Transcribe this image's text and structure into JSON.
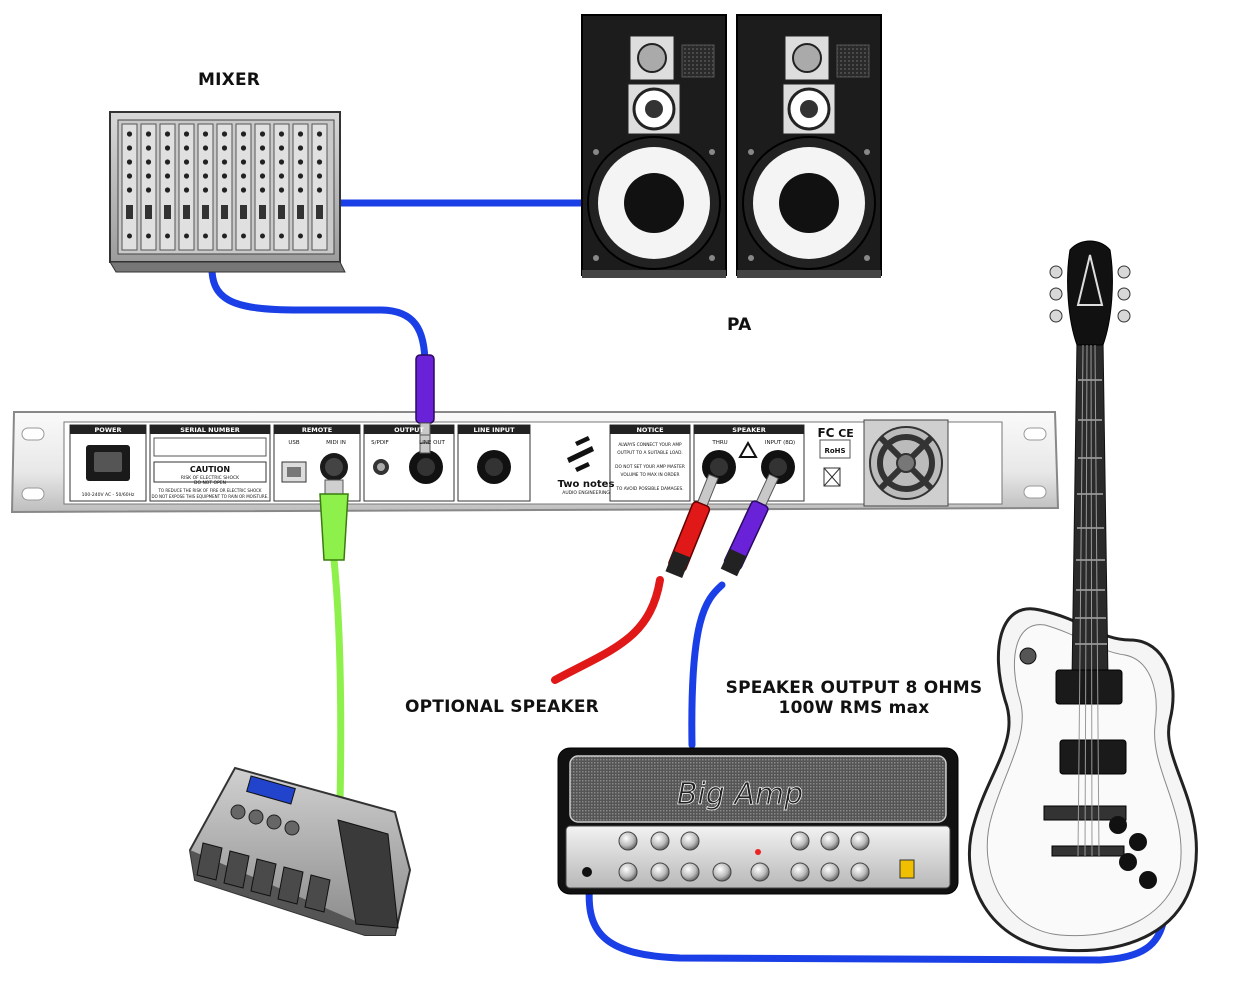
{
  "labels": {
    "mixer": "MIXER",
    "pa": "PA",
    "optional_speaker": "OPTIONAL SPEAKER",
    "speaker_output_line1": "SPEAKER OUTPUT 8 OHMS",
    "speaker_output_line2": "100W RMS max"
  },
  "panel": {
    "power": "POWER",
    "power_rating": "100-240V AC - 50/60Hz",
    "serial_number": "SERIAL NUMBER",
    "caution": "CAUTION",
    "caution_sub1": "RISK OF ELECTRIC SHOCK",
    "caution_sub2": "DO NOT OPEN",
    "caution_note1": "TO REDUCE THE RISK OF FIRE OR ELECTRIC SHOCK",
    "caution_note2": "DO NOT EXPOSE THIS EQUIPMENT TO RAIN OR MOISTURE.",
    "remote": "REMOTE",
    "usb": "USB",
    "midi_in": "MIDI IN",
    "output": "OUTPUT",
    "spdif": "S/PDIF",
    "line_out": "LINE OUT",
    "line_input": "LINE INPUT",
    "brand": "Two notes",
    "brand_sub": "AUDIO ENGINEERING",
    "notice": "NOTICE",
    "notice_1": "ALWAYS CONNECT YOUR AMP",
    "notice_2": "OUTPUT TO A SUITABLE LOAD.",
    "notice_3": "DO NOT SET YOUR AMP MASTER",
    "notice_4": "VOLUME TO MAX IN ORDER",
    "notice_5": "TO AVOID POSSIBLE DAMAGES.",
    "speaker": "SPEAKER",
    "thru": "THRU",
    "input_8": "INPUT (8Ω)",
    "fc": "FC",
    "ce": "CE",
    "rohs": "RoHS"
  },
  "amp": {
    "logo": "Big Amp"
  },
  "colors": {
    "blue_cable": "#1a3fe6",
    "green_cable": "#8ef04a",
    "red_cable": "#e01818",
    "purple_plug": "#6a22d8"
  }
}
